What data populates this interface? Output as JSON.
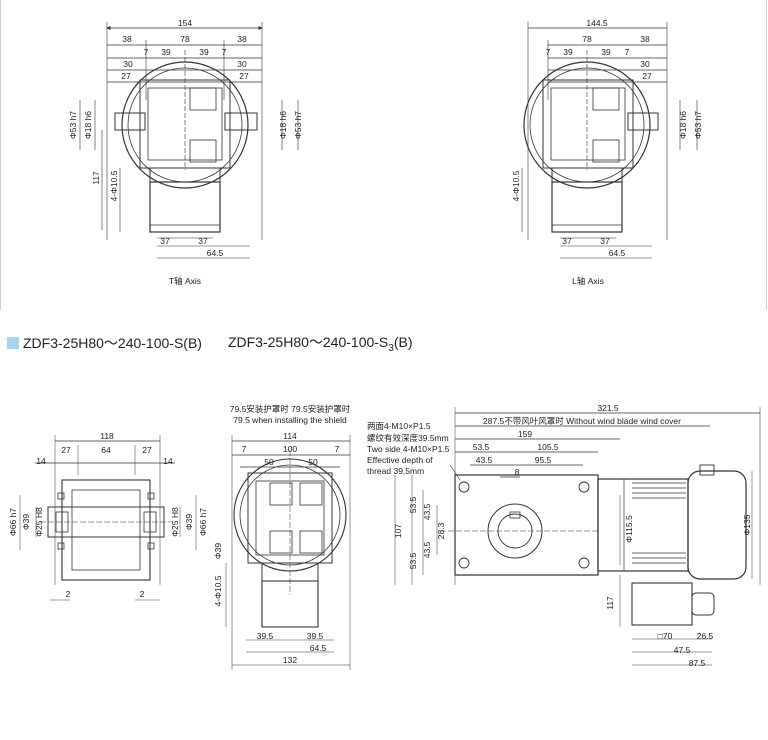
{
  "header": {
    "title_1": "ZDF3-25H80～240-100-S(B)",
    "title_2_main": "ZDF3-25H80～240-100-S",
    "title_2_sub": "3",
    "title_2_end": "(B)",
    "accent_color": "#a9d3ef"
  },
  "t_axis": {
    "caption": "T轴 Axis",
    "dims": {
      "overall": "154",
      "outer_l": "38",
      "center": "78",
      "outer_r": "38",
      "in7_l": "7",
      "c39_l": "39",
      "c39_r": "39",
      "in7_r": "7",
      "d30_l": "30",
      "d30_r": "30",
      "d27_l": "27",
      "d27_r": "27",
      "shaft_tol": "Φ53 h7",
      "bore_tol": "Φ18 h6",
      "shaft_tol_r": "Φ53 h7",
      "bore_tol_r": "Φ18 h6",
      "height": "117",
      "holes": "4-Φ10.5",
      "foot_l": "37",
      "foot_r": "37",
      "foot_w": "64.5"
    }
  },
  "l_axis": {
    "caption": "L轴 Axis",
    "dims": {
      "overall": "144.5",
      "c78": "78",
      "c38": "38",
      "in7": "7",
      "c39_l": "39",
      "c39_r": "39",
      "in7_r": "7",
      "d30": "30",
      "d27": "27",
      "bore_tol": "Φ18 h6",
      "shaft_tol": "Φ53 h7",
      "holes": "4-Φ10.5",
      "foot_l": "37",
      "foot_r": "37",
      "foot_w": "64.5"
    }
  },
  "side_view": {
    "dims": {
      "overall": "118",
      "d27_l": "27",
      "d64": "64",
      "d27_r": "27",
      "d14_l": "14",
      "d14_r": "14",
      "od_l": "Φ66 h7",
      "id_l_a": "Φ39",
      "id_l_b": "Φ25 H8",
      "od_r": "Φ66 h7",
      "id_r_a": "Φ39",
      "id_r_b": "Φ25 H8",
      "gap_l": "2",
      "gap_r": "2"
    }
  },
  "front_view": {
    "note_1": "79.5安装护罩时  79.5安装护罩时",
    "note_2": "79.5 when installing the shield",
    "dims": {
      "d114": "114",
      "d7_l": "7",
      "d100": "100",
      "d7_r": "7",
      "d50_l": "50",
      "d50_r": "50",
      "od": "Φ39",
      "holes": "4-Φ10.5",
      "foot_l": "39.5",
      "foot_r": "39.5",
      "foot_w": "64.5",
      "total": "132"
    }
  },
  "motor_view": {
    "notes": [
      "两面4-M10×P1.5",
      "螺纹有效深度39.5mm",
      "Two side 4-M10×P1.5",
      "Effective depth of",
      "thread 39.5mm"
    ],
    "dims": {
      "total": "321.5",
      "no_cover": "287.5不带风叶风罩时 Without wind blade wind cover",
      "d159": "159",
      "d53_5": "53.5",
      "d105_5": "105.5",
      "d43_5": "43.5",
      "d8": "8",
      "d95_5": "95.5",
      "v53_5_a": "53.5",
      "v43_5_a": "43.5",
      "v28_3": "28.3",
      "v107": "107",
      "v53_5_b": "53.5",
      "v43_5_b": "43.5",
      "phi115": "Φ115.5",
      "phi135": "Φ135",
      "v117": "117",
      "sq70": "□70",
      "d26_5": "26.5",
      "d47_5": "47.5",
      "d87_5": "87.5"
    }
  }
}
